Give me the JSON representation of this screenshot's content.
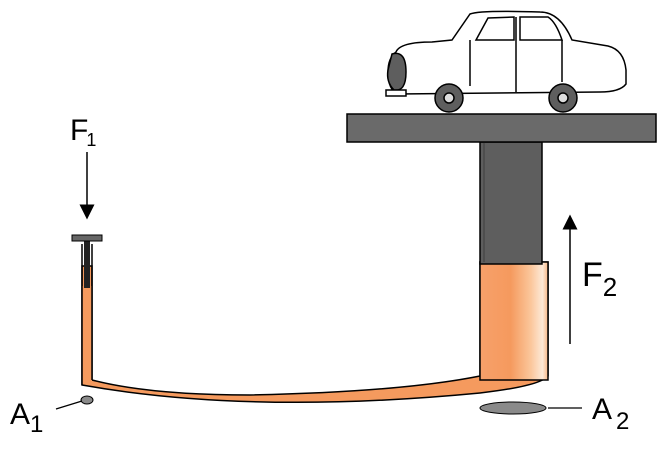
{
  "labels": {
    "f1": {
      "main": "F",
      "sub": "1"
    },
    "f2": {
      "main": "F",
      "sub": "2"
    },
    "a1": {
      "main": "A",
      "sub": "1"
    },
    "a2": {
      "main": "A",
      "sub": "2"
    }
  },
  "colors": {
    "fluid": "#f59a5e",
    "fluid_highlight": "#fde3cc",
    "piston": "#5e5e5e",
    "platform": "#6a6a6a",
    "outline": "#000000",
    "area_marker": "#8a8a8a"
  },
  "icons": {
    "vehicle": "car-icon",
    "force_arrows": "arrow-icon"
  }
}
